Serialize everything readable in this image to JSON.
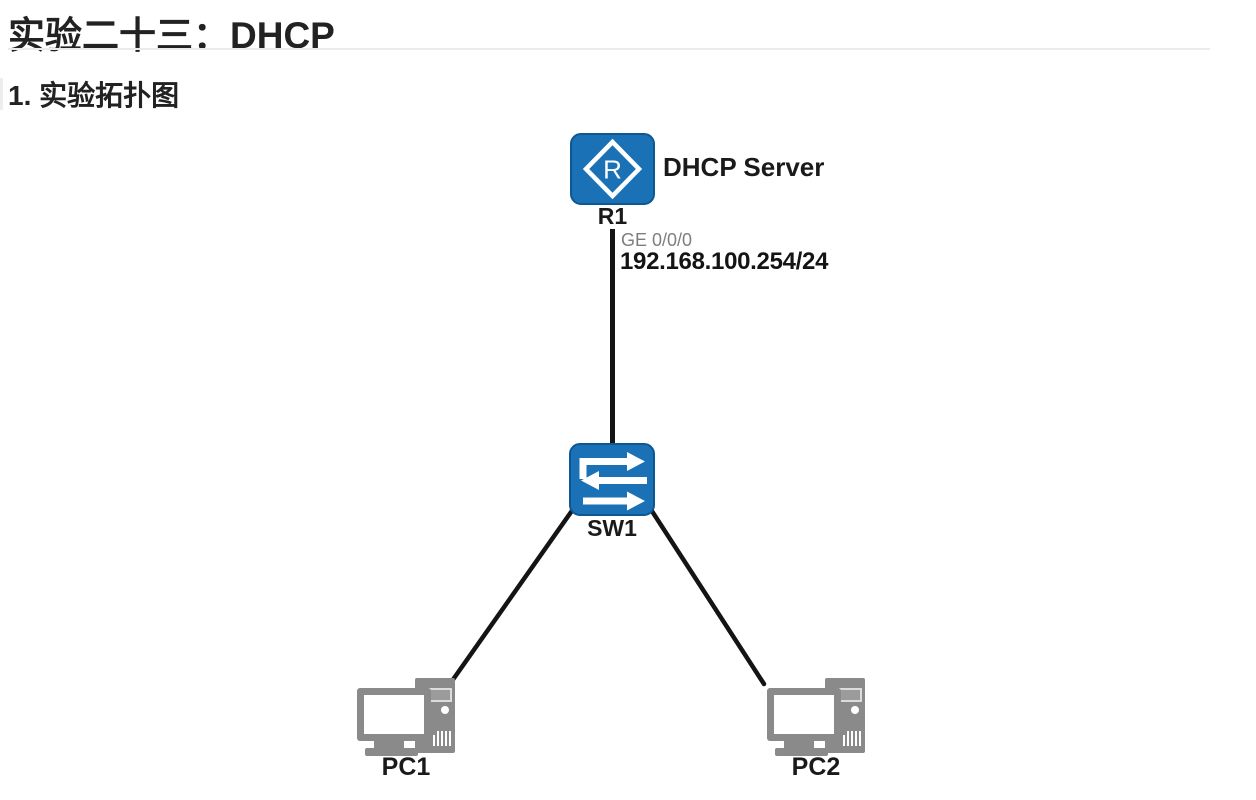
{
  "page": {
    "title": "实验二十三：DHCP",
    "section_heading": "1. 实验拓扑图"
  },
  "topology": {
    "router": {
      "name": "R1",
      "icon": "router-icon",
      "icon_letter": "R",
      "annotation": "DHCP Server"
    },
    "switch": {
      "name": "SW1",
      "icon": "switch-icon"
    },
    "pc1": {
      "name": "PC1",
      "icon": "pc-icon"
    },
    "pc2": {
      "name": "PC2",
      "icon": "pc-icon"
    },
    "link_r1_sw1": {
      "interface": "GE 0/0/0",
      "ip_address": "192.168.100.254/24"
    }
  },
  "colors": {
    "device_blue": "#1a71b6",
    "device_blue_border": "#0d5793",
    "pc_gray": "#8a8a8a",
    "pc_slot_gray": "#9b9b9b",
    "link_black": "#141414",
    "heading_text": "#222222",
    "interface_text_gray": "#7e7e7e",
    "divider_gray": "#ebebeb"
  }
}
